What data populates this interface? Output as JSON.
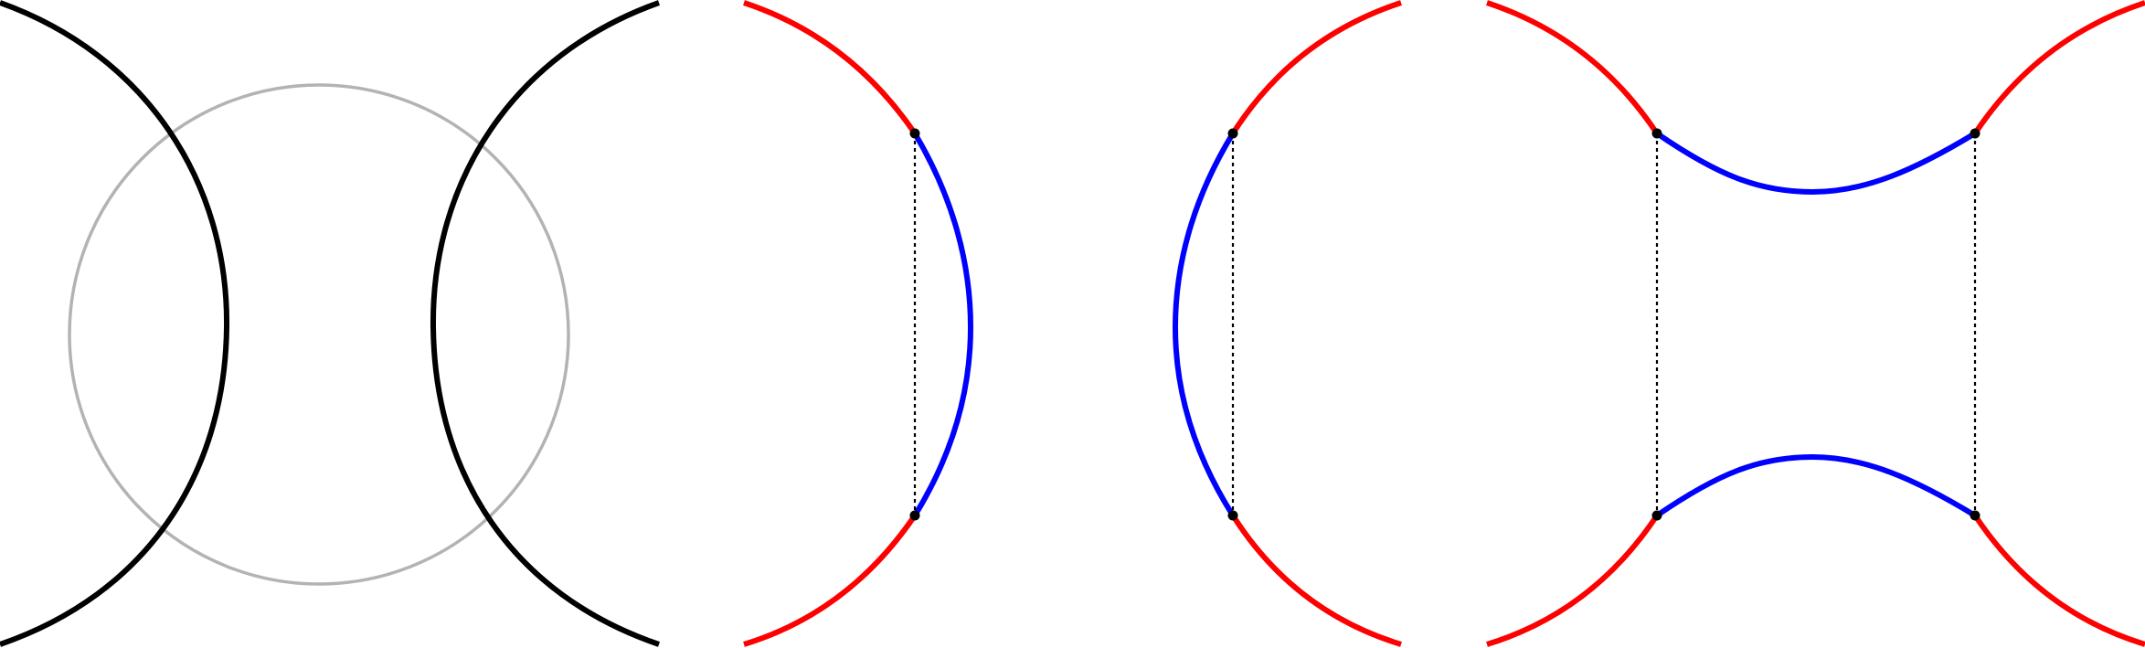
{
  "colors": {
    "black": "#000000",
    "gray": "#b3b3b3",
    "red": "#ff0000",
    "blue": "#0000ff",
    "background": "#ffffff"
  },
  "panels": [
    {
      "name": "two-arcs-with-circle",
      "elements": [
        "black-arc-left",
        "black-arc-right",
        "gray-circle"
      ]
    },
    {
      "name": "right-arc-split",
      "elements": [
        "red-arc-top",
        "blue-arc-middle",
        "red-arc-bottom",
        "dashed-chord",
        "endpoint-dots"
      ]
    },
    {
      "name": "left-arc-split",
      "elements": [
        "red-arc-top",
        "blue-arc-middle",
        "red-arc-bottom",
        "dashed-chord",
        "endpoint-dots"
      ]
    },
    {
      "name": "arcs-joined-by-bridges",
      "elements": [
        "red-arc-segments",
        "blue-bridge-top",
        "blue-bridge-bottom",
        "dashed-chords",
        "endpoint-dots"
      ]
    }
  ]
}
